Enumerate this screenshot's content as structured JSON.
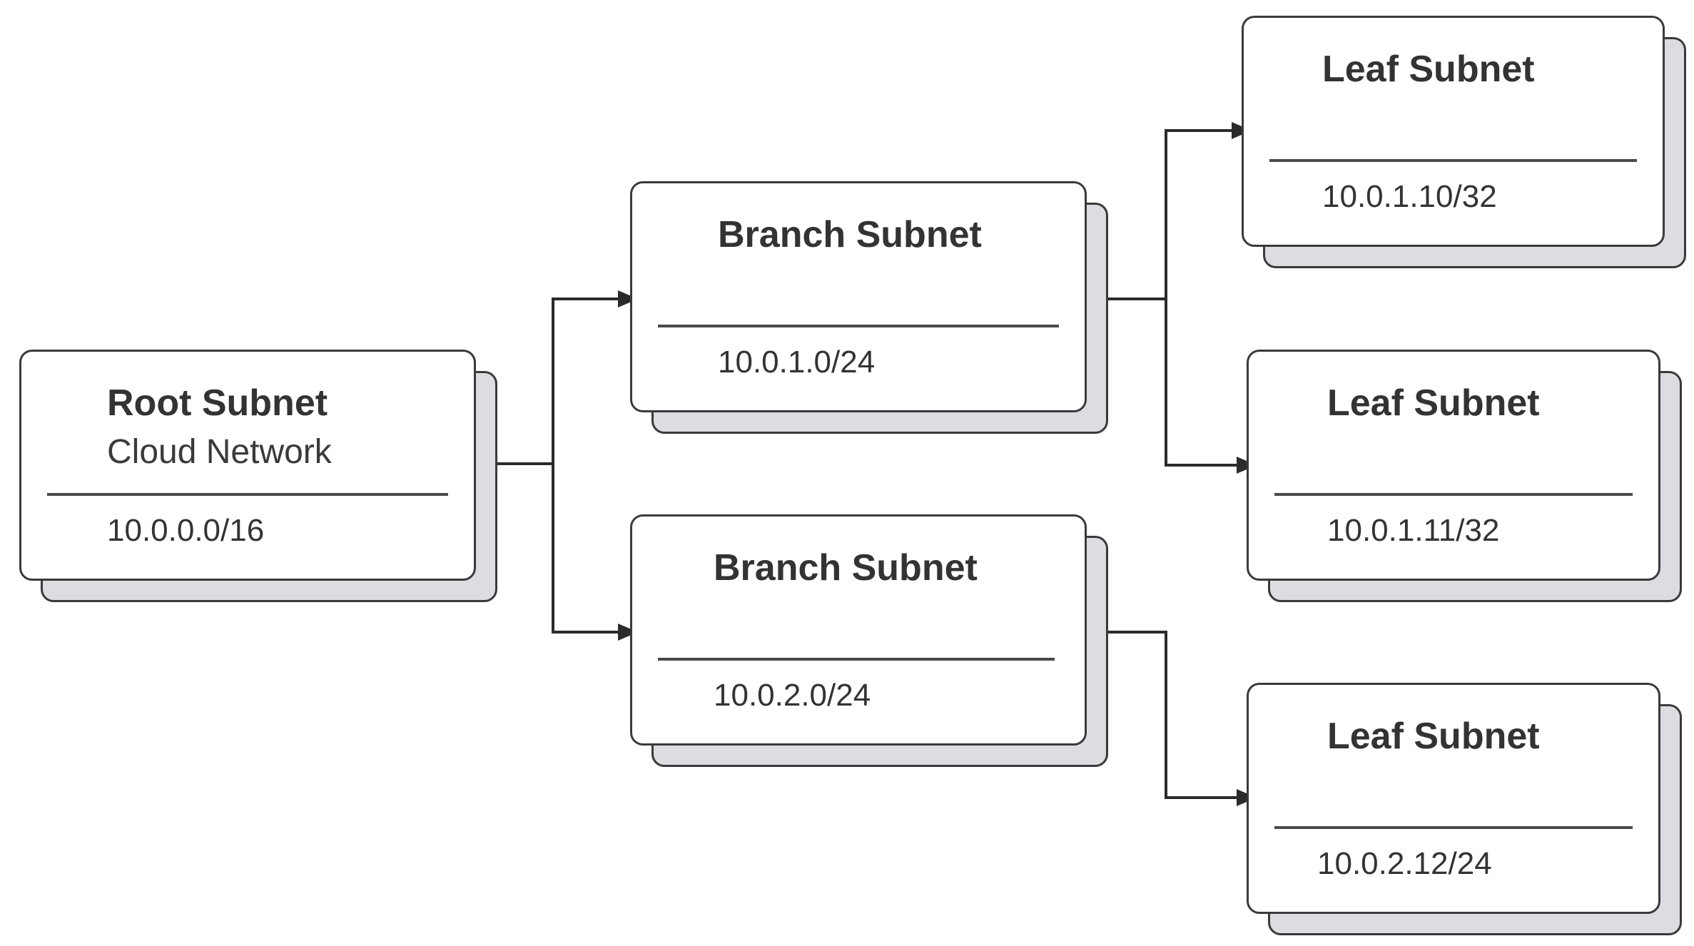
{
  "nodes": {
    "root": {
      "title": "Root Subnet",
      "subtitle": "Cloud Network",
      "cidr": "10.0.0.0/16"
    },
    "branch1": {
      "title": "Branch Subnet",
      "cidr": "10.0.1.0/24"
    },
    "branch2": {
      "title": "Branch Subnet",
      "cidr": "10.0.2.0/24"
    },
    "leaf1": {
      "title": "Leaf Subnet",
      "cidr": "10.0.1.10/32"
    },
    "leaf2": {
      "title": "Leaf Subnet",
      "cidr": "10.0.1.11/32"
    },
    "leaf3": {
      "title": "Leaf Subnet",
      "cidr": "10.0.2.12/24"
    }
  },
  "edges": [
    {
      "from": "root",
      "to": "branch1"
    },
    {
      "from": "root",
      "to": "branch2"
    },
    {
      "from": "branch1",
      "to": "leaf1"
    },
    {
      "from": "branch1",
      "to": "leaf2"
    },
    {
      "from": "branch2",
      "to": "leaf3"
    }
  ],
  "colors": {
    "line": "#2b2b2b",
    "shadow": "#dcdde1",
    "border": "#3a3a3a"
  }
}
